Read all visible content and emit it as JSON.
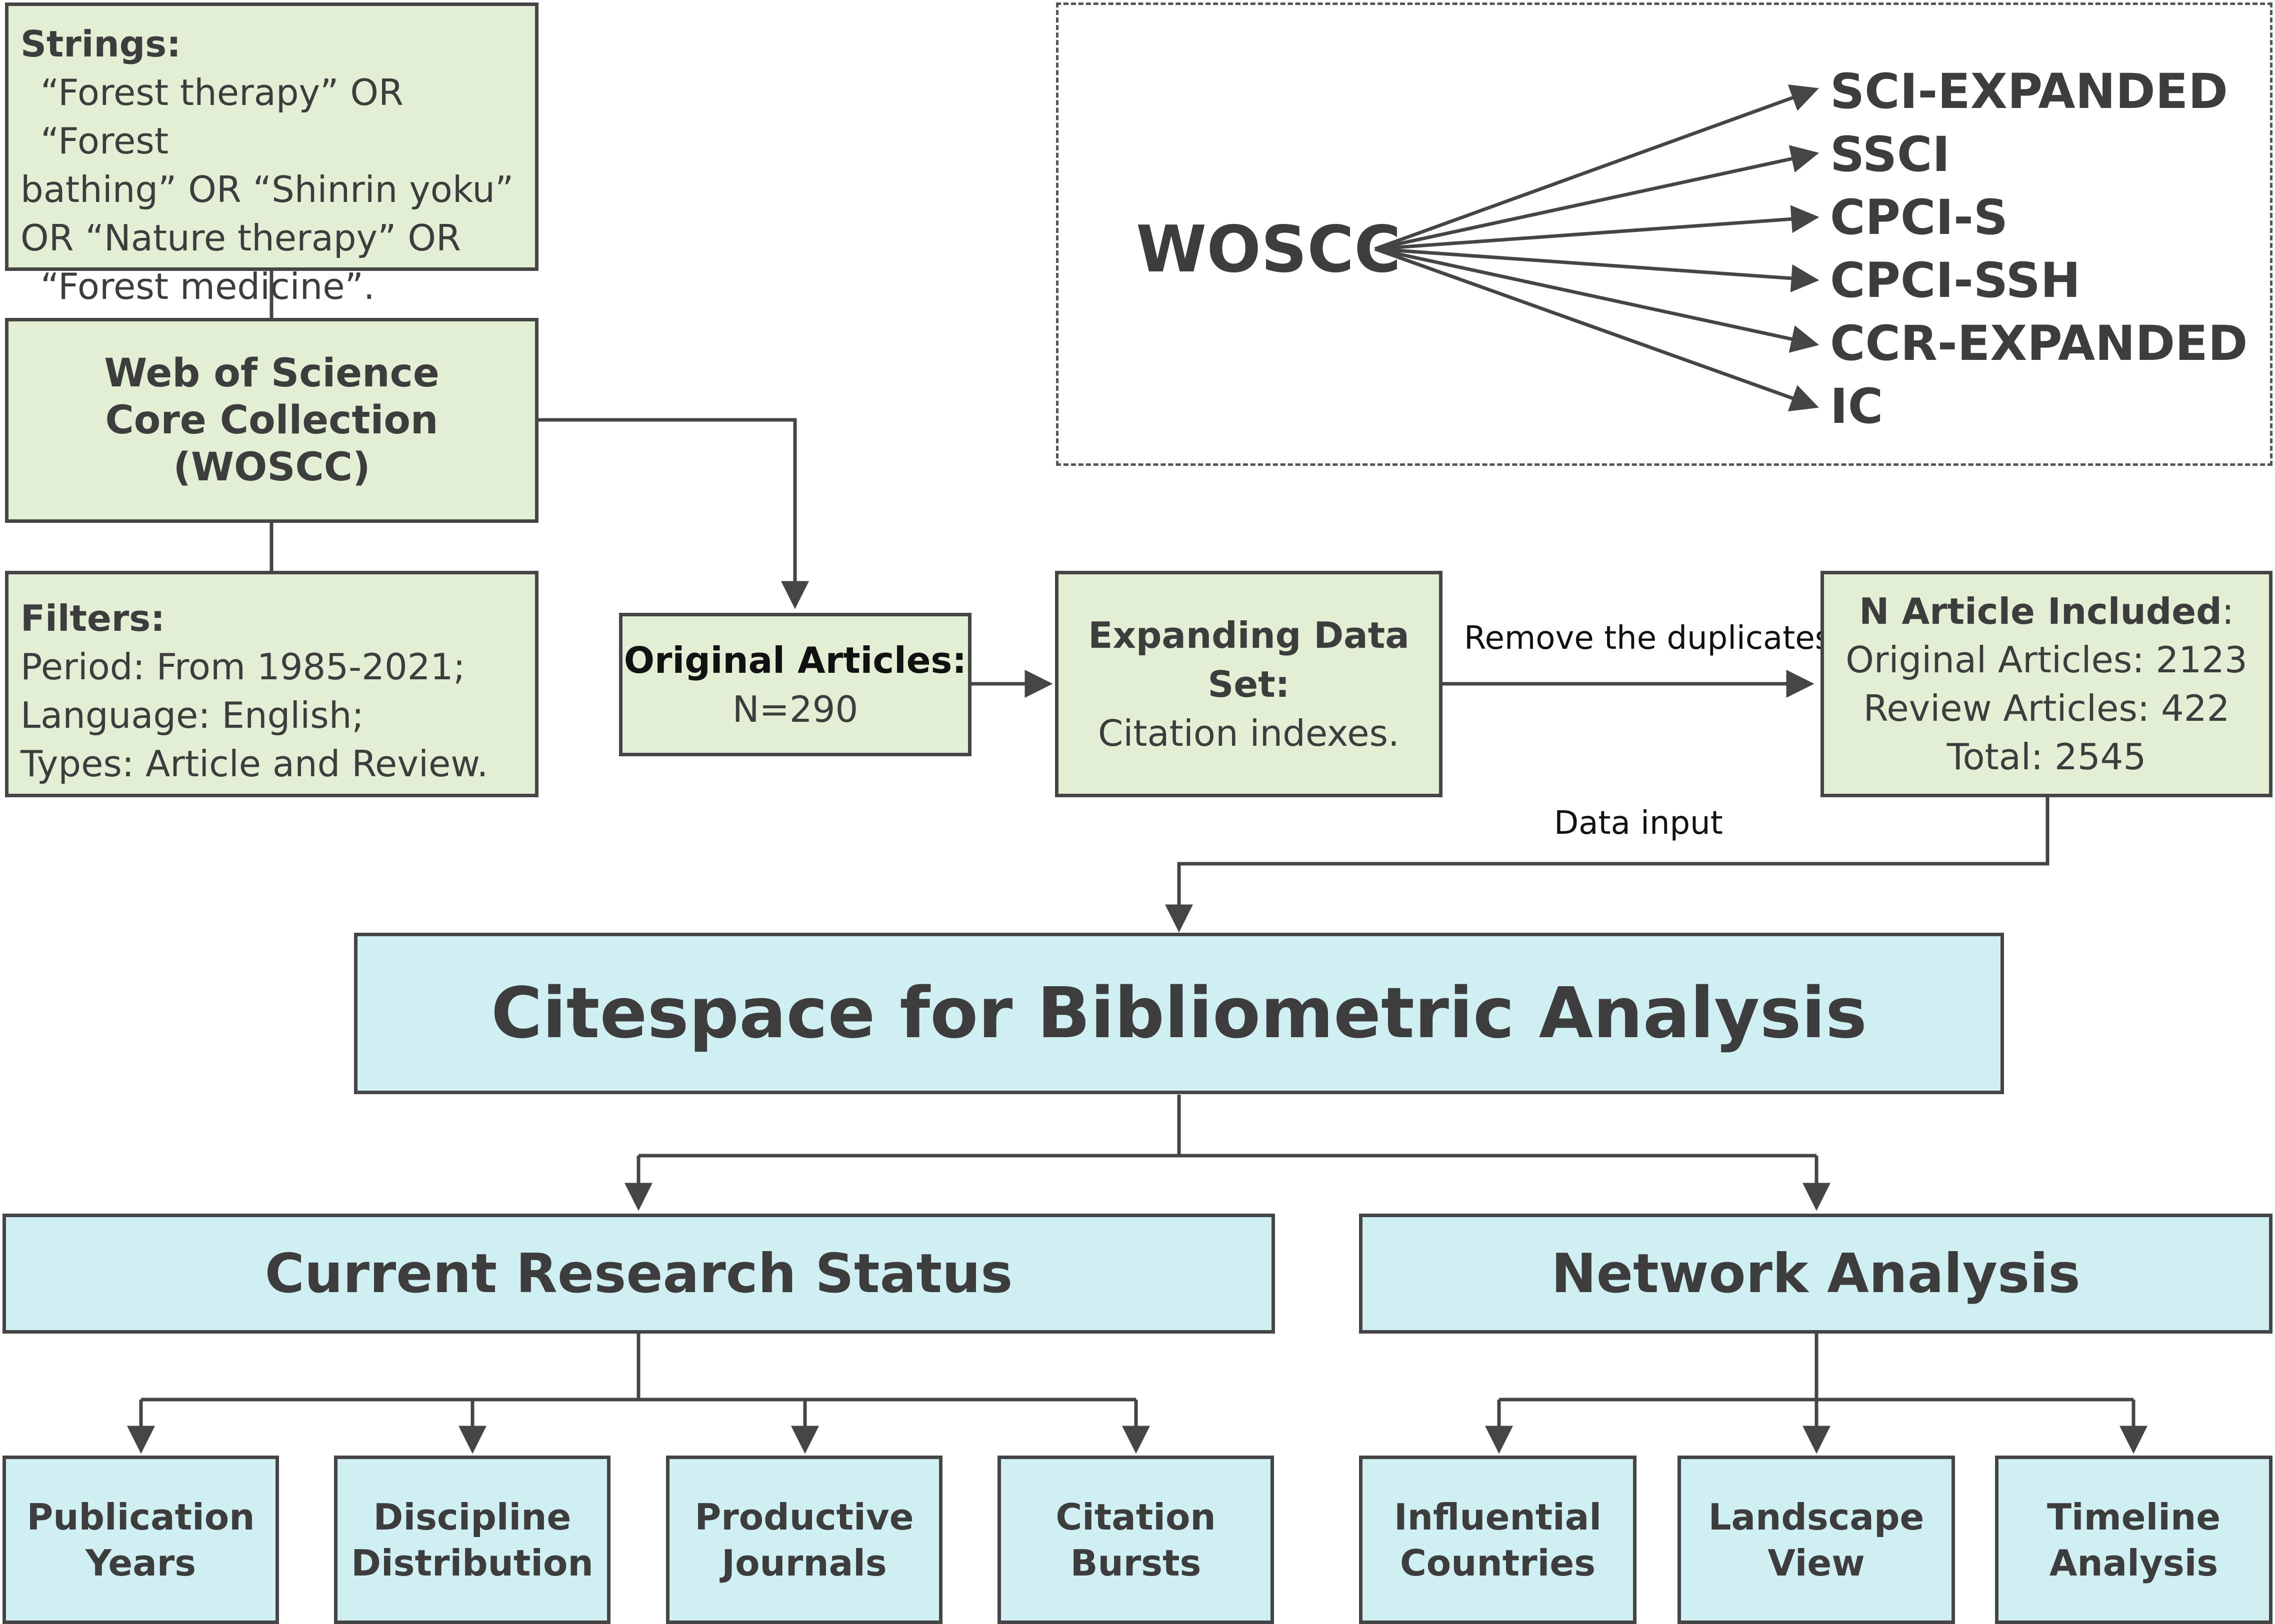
{
  "strings_box": {
    "title": "Strings:",
    "lines": [
      "“Forest therapy” OR “Forest",
      "bathing” OR “Shinrin yoku”",
      "OR “Nature therapy” OR",
      "“Forest medicine”."
    ]
  },
  "woscc_box": {
    "lines": [
      "Web of Science",
      "Core Collection (WOSCC)"
    ]
  },
  "filters_box": {
    "title": "Filters:",
    "lines": [
      "Period: From 1985-2021;",
      "Language: English;",
      "Types: Article and Review."
    ]
  },
  "original_box": {
    "title": "Original Articles:",
    "value": "N=290"
  },
  "expanding_box": {
    "title": "Expanding Data Set:",
    "value": "Citation indexes."
  },
  "remove_label": "Remove the duplicates",
  "included_box": {
    "title": "N Article Included",
    "title_suffix": ":",
    "lines": [
      "Original Articles: 2123",
      "Review Articles: 422",
      "Total: 2545"
    ]
  },
  "data_input_label": "Data input",
  "woscc_panel": {
    "source": "WOSCC",
    "targets": [
      "SCI-EXPANDED",
      "SSCI",
      "CPCI-S",
      "CPCI-SSH",
      "CCR-EXPANDED",
      "IC"
    ]
  },
  "citespace_box": "Citespace for Bibliometric Analysis",
  "status_box": "Current Research Status",
  "network_box": "Network Analysis",
  "status_leaves": [
    [
      "Publication",
      "Years"
    ],
    [
      "Discipline",
      "Distribution"
    ],
    [
      "Productive",
      "Journals"
    ],
    [
      "Citation",
      "Bursts"
    ]
  ],
  "network_leaves": [
    [
      "Influential",
      "Countries"
    ],
    [
      "Landscape",
      "View"
    ],
    [
      "Timeline",
      "Analysis"
    ]
  ],
  "colors": {
    "green_fill": "#e2efd4",
    "blue_fill": "#cfeff3",
    "stroke": "#454545",
    "text": "#3d3d3d"
  }
}
